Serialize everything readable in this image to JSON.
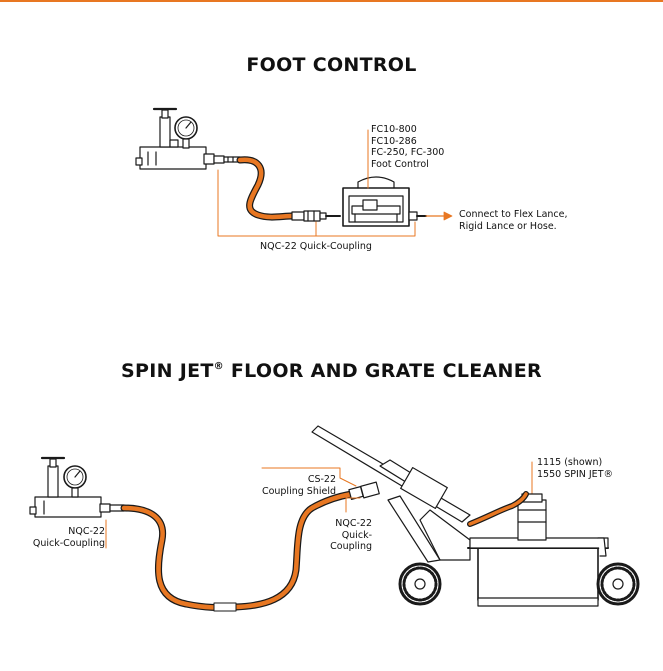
{
  "section_foot": {
    "title": "FOOT CONTROL",
    "models": [
      "FC10-800",
      "FC10-286",
      "FC-250, FC-300",
      "Foot Control"
    ],
    "coupling_label": "NQC-22 Quick-Coupling",
    "connect_label": [
      "Connect to Flex Lance,",
      "Rigid Lance or Hose."
    ]
  },
  "section_spin": {
    "title_main": "SPIN JET",
    "title_mark": "®",
    "title_rest": " FLOOR AND GRATE CLEANER",
    "left_coupling": [
      "NQC-22",
      "Quick-Coupling"
    ],
    "shield_label": [
      "CS-22",
      "Coupling Shield"
    ],
    "mid_coupling": [
      "NQC-22",
      "Quick-",
      "Coupling"
    ],
    "models": [
      "1115 (shown)",
      "1550 SPIN JET®"
    ]
  },
  "colors": {
    "accent": "#e87722",
    "ink": "#1a1a1a"
  }
}
